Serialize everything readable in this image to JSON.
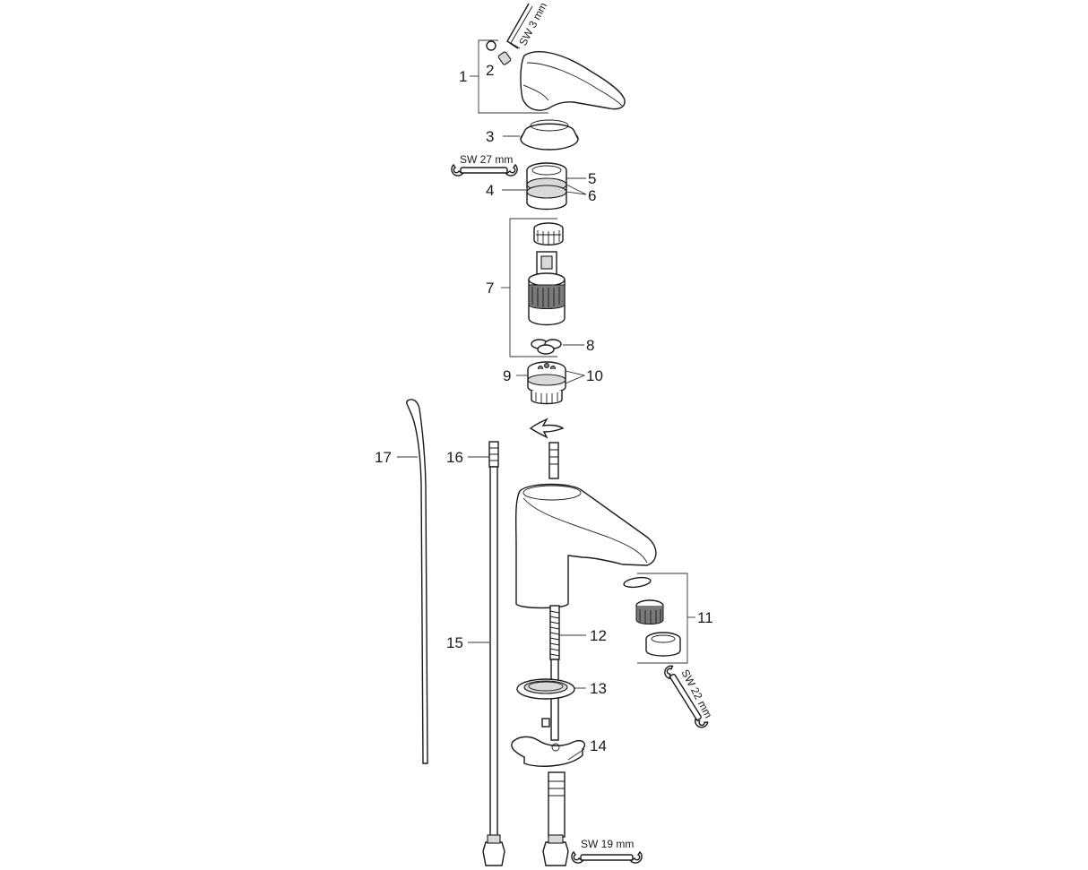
{
  "callouts": {
    "c1": "1",
    "c2": "2",
    "c3": "3",
    "c4": "4",
    "c5": "5",
    "c6": "6",
    "c7": "7",
    "c8": "8",
    "c9": "9",
    "c10": "10",
    "c11": "11",
    "c12": "12",
    "c13": "13",
    "c14": "14",
    "c15": "15",
    "c16": "16",
    "c17": "17"
  },
  "tools": {
    "allen_key": "SW 3 mm",
    "wrench_27": "SW 27 mm",
    "wrench_22": "SW 22 mm",
    "wrench_19": "SW 19 mm"
  },
  "colors": {
    "ink": "#1a1a1a",
    "shade": "#d9d9d9",
    "background": "#ffffff"
  }
}
